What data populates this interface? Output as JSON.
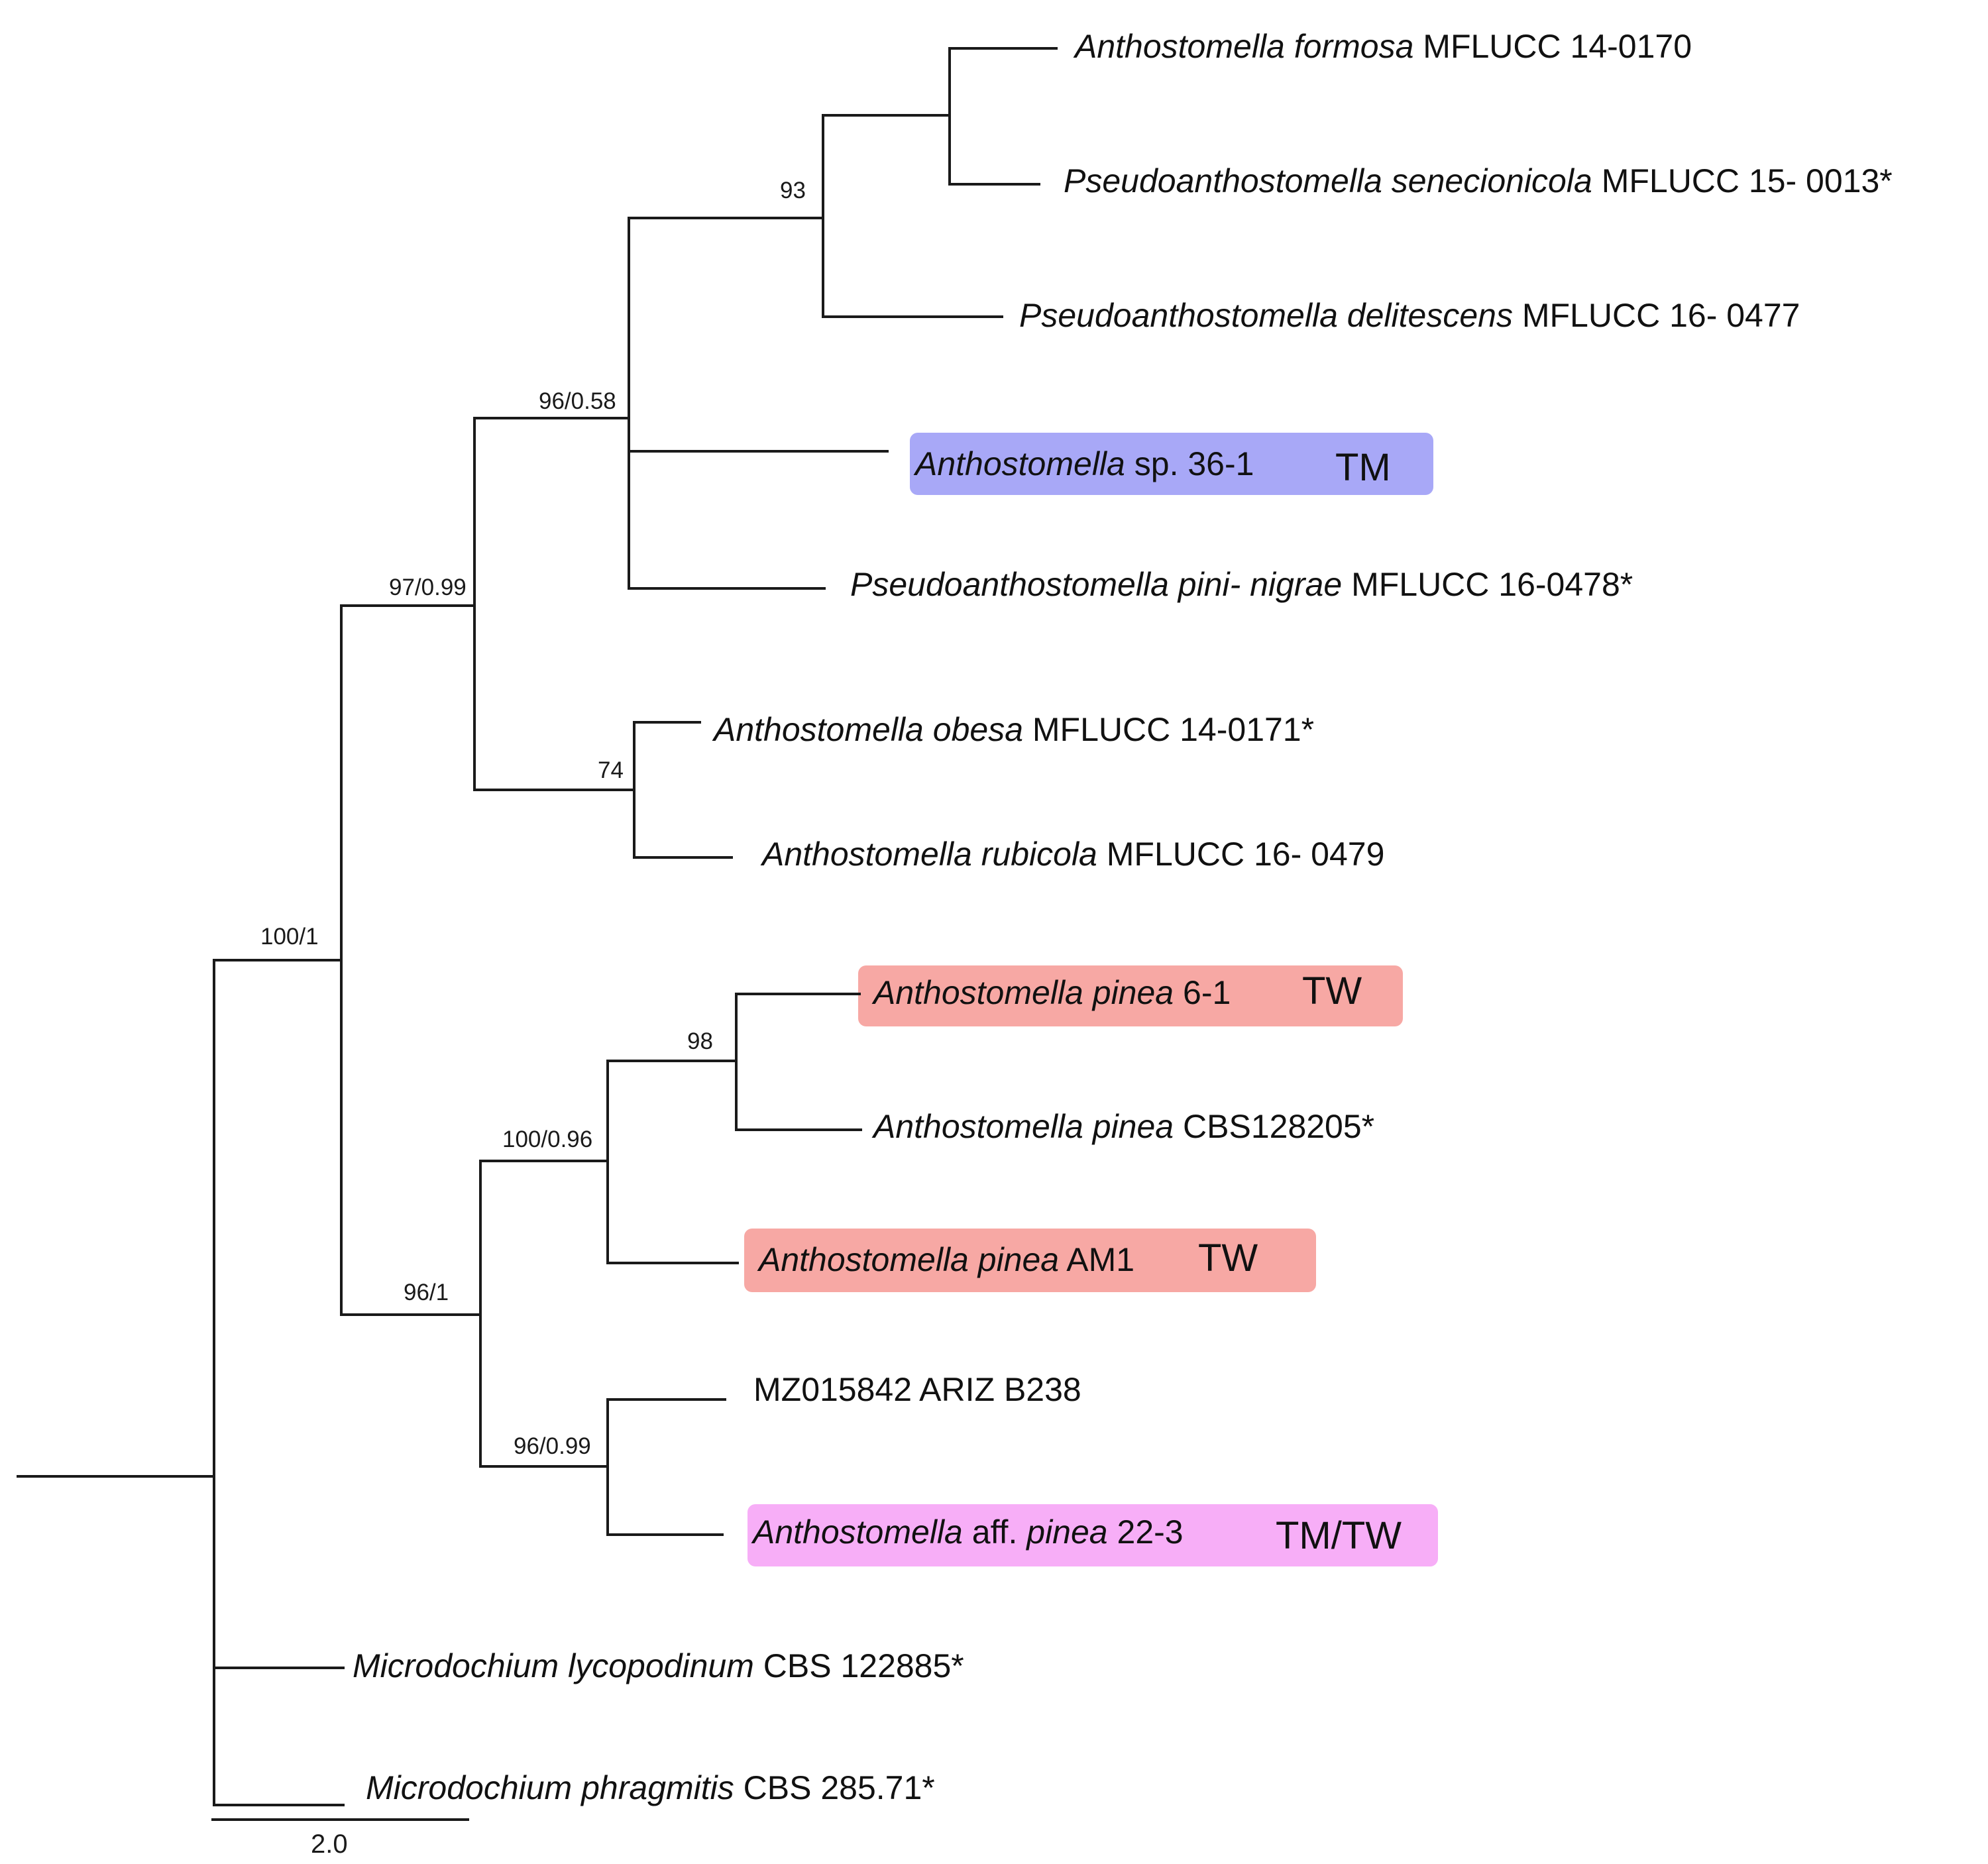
{
  "tree": {
    "taxa": {
      "t1": {
        "genus": "Anthostomella",
        "species": "formosa",
        "strain": "MFLUCC 14-0170"
      },
      "t2": {
        "genus": "Pseudoanthostomella",
        "species": "senecionicola",
        "strain": "MFLUCC 15- 0013*"
      },
      "t3": {
        "genus": "Pseudoanthostomella",
        "species": "delitescens",
        "strain": "MFLUCC 16- 0477"
      },
      "t4": {
        "genus": "Anthostomella",
        "mid": "sp. 36-1",
        "tag": "TM"
      },
      "t5": {
        "genus": "Pseudoanthostomella",
        "species": "pini- nigrae",
        "strain": "MFLUCC 16-0478*"
      },
      "t6": {
        "genus": "Anthostomella",
        "species": "obesa",
        "strain": "MFLUCC 14-0171*"
      },
      "t7": {
        "genus": "Anthostomella",
        "species": "rubicola",
        "strain": "MFLUCC 16- 0479"
      },
      "t8": {
        "genus": "Anthostomella",
        "species": "pinea",
        "strain": "6-1",
        "tag": "TW"
      },
      "t9": {
        "genus": "Anthostomella",
        "species": "pinea",
        "strain": "CBS128205*"
      },
      "t10": {
        "genus": "Anthostomella",
        "species": "pinea",
        "strain": "AM1",
        "tag": "TW"
      },
      "t11": {
        "label": "MZ015842 ARIZ B238"
      },
      "t12": {
        "genus": "Anthostomella",
        "mid": "aff.",
        "species": "pinea",
        "strain": "22-3",
        "tag": "TM/TW"
      },
      "t13": {
        "genus": "Microdochium",
        "species": "lycopodinum",
        "strain": "CBS 122885*"
      },
      "t14": {
        "genus": "Microdochium",
        "species": "phragmitis",
        "strain": "CBS 285.71*"
      }
    },
    "support": {
      "n_formosa_sen_del": "93",
      "n_pseudo_group": "96/0.58",
      "n_upper": "97/0.99",
      "n_obesa_rubicola": "74",
      "n_ingroup": "100/1",
      "n_pinea_61_cbs": "98",
      "n_pinea_group": "100/0.96",
      "n_lower": "96/1",
      "n_mz_aff": "96/0.99"
    },
    "highlight_colors": {
      "TM": "#a8a8f7",
      "TW": "#f7a8a4",
      "TM/TW": "#f7aef7"
    },
    "scale_bar": {
      "label": "2.0"
    }
  }
}
